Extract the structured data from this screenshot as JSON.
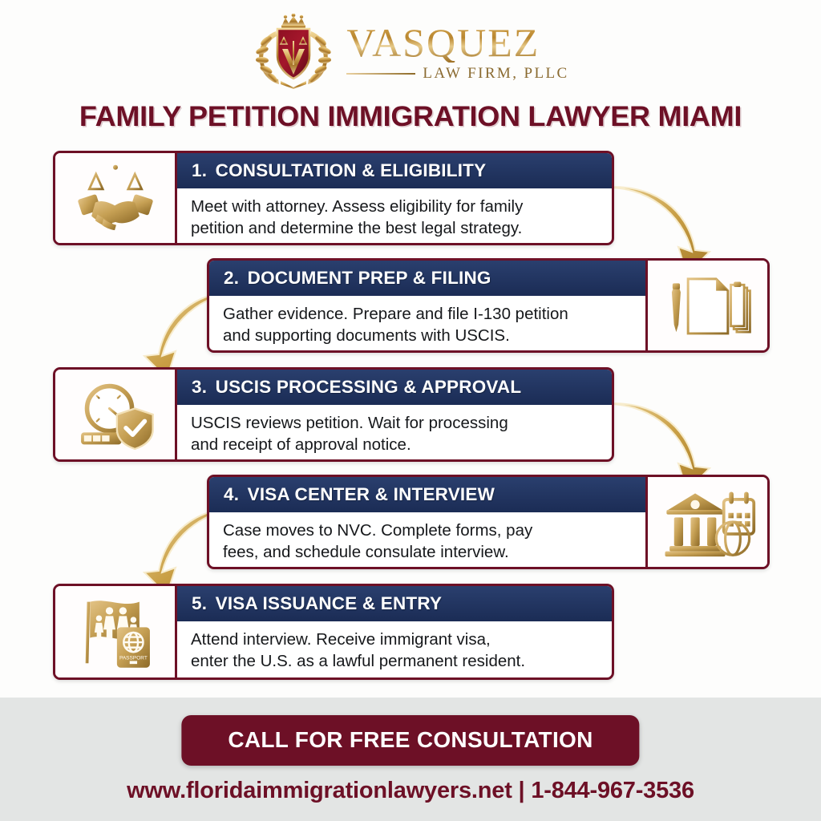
{
  "brand": {
    "name": "VASQUEZ",
    "subtitle": "LAW FIRM, PLLC",
    "logo_icon": "crest-shield-laurel-logo",
    "gold": "#b9862f",
    "maroon": "#6d1026",
    "navy": "#1b2c55"
  },
  "title": "FAMILY PETITION IMMIGRATION LAWYER MIAMI",
  "steps": [
    {
      "number": "1.",
      "heading": "CONSULTATION & ELIGIBILITY",
      "description": "Meet with attorney. Assess eligibility for family petition and determine the best legal strategy.",
      "line1": "Meet with attorney. Assess eligibility for family",
      "line2": "petition and determine the best legal strategy.",
      "icon": "scales-handshake-icon",
      "icon_side": "left"
    },
    {
      "number": "2.",
      "heading": "DOCUMENT PREP & FILING",
      "description": "Gather evidence. Prepare and file I-130 petition and supporting documents with USCIS.",
      "line1": "Gather evidence. Prepare and file I-130 petition",
      "line2": "and supporting documents with USCIS.",
      "icon": "documents-pen-clipboard-icon",
      "icon_side": "right"
    },
    {
      "number": "3.",
      "heading": "USCIS PROCESSING & APPROVAL",
      "description": "USCIS reviews petition. Wait for processing and receipt of approval notice.",
      "line1": "USCIS reviews petition. Wait for processing",
      "line2": "and receipt of approval notice.",
      "icon": "clock-shield-check-icon",
      "icon_side": "left"
    },
    {
      "number": "4.",
      "heading": "VISA CENTER & INTERVIEW",
      "description": "Case moves to NVC. Complete forms, pay fees, and schedule consulate interview.",
      "line1": "Case moves to NVC. Complete forms, pay",
      "line2": "fees, and schedule consulate interview.",
      "icon": "government-building-calendar-globe-icon",
      "icon_side": "right"
    },
    {
      "number": "5.",
      "heading": "VISA ISSUANCE & ENTRY",
      "description": "Attend interview. Receive immigrant visa, enter the U.S. as a lawful permanent resident.",
      "line1": "Attend interview. Receive immigrant visa,",
      "line2": "enter the U.S. as a lawful permanent resident.",
      "icon": "family-flag-passport-icon",
      "icon_side": "left"
    }
  ],
  "arrows": [
    {
      "name": "arrow-step1-to-step2",
      "direction": "down-right"
    },
    {
      "name": "arrow-step2-to-step3",
      "direction": "down-left"
    },
    {
      "name": "arrow-step3-to-step4",
      "direction": "down-right"
    },
    {
      "name": "arrow-step4-to-step5",
      "direction": "down-left"
    }
  ],
  "footer": {
    "cta_label": "CALL FOR FREE CONSULTATION",
    "contact": "www.floridaimmigrationlawyers.net | 1-844-967-3536",
    "website": "www.floridaimmigrationlawyers.net",
    "phone": "1-844-967-3536"
  },
  "passport_label": "PASSPORT"
}
